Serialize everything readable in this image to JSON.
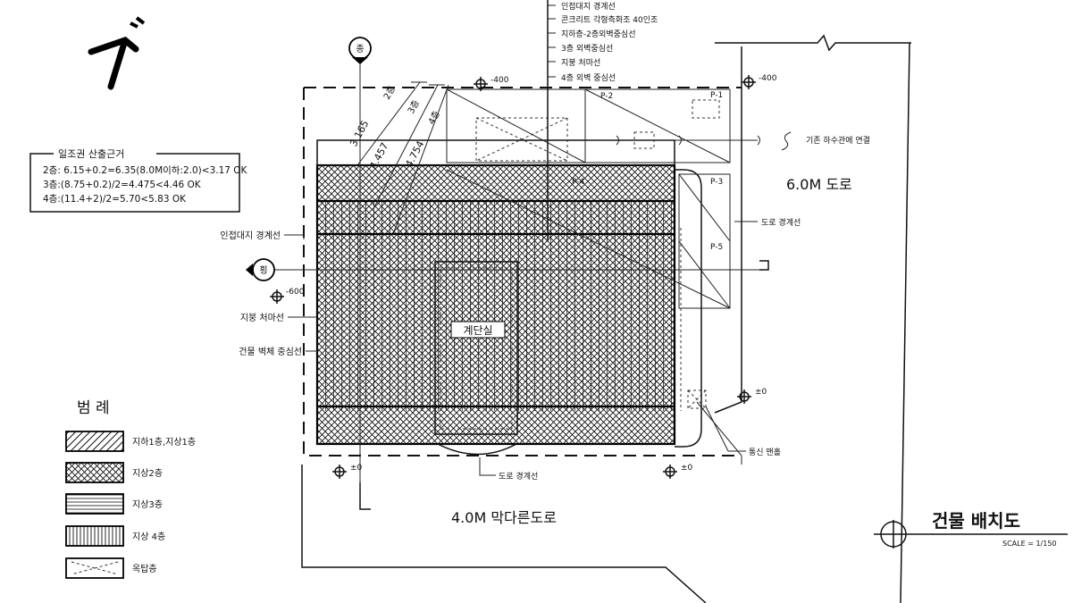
{
  "drawing": {
    "title": "건물 배치도",
    "scale": "SCALE = 1/150"
  },
  "roads": {
    "east": "6.0M 도로",
    "south": "4.0M 막다른도로"
  },
  "sunlight": {
    "title": "일조권 산출근거",
    "lines": [
      "2층: 6.15+0.2=6.35(8.0M이하:2.0)<3.17 OK",
      "3층:(8.75+0.2)/2=4.475<4.46 OK",
      "4층:(11.4+2)/2=5.70<5.83 OK"
    ]
  },
  "legend": {
    "title": "범 례",
    "items": [
      {
        "label": "지하1층,지상1층",
        "pattern": "diag-single"
      },
      {
        "label": "지상2층",
        "pattern": "cross"
      },
      {
        "label": "지상3층",
        "pattern": "horizontal"
      },
      {
        "label": "지상 4층",
        "pattern": "vertical"
      },
      {
        "label": "옥탑층",
        "pattern": "x-box"
      }
    ]
  },
  "top_callouts": [
    "인접대지 경계선",
    "콘크리트 각형측화조 40인조",
    "지하층-2층외벽중심선",
    "3층 외벽중심선",
    "지붕 처마선",
    "4층 외벽 중심선"
  ],
  "left_callouts": {
    "adjacent_boundary": "인접대지 경계선",
    "eaves": "지붕 처마선",
    "wall_center": "건물 벽체 중심선"
  },
  "right_callouts": {
    "sewer": "기존 하수관에 연결",
    "road_boundary": "도로 경계선",
    "manhole": "통신 맨홀"
  },
  "bottom_callout": "도로 경계선",
  "levels": {
    "top_left": "-400",
    "top_right": "-400",
    "left": "-600",
    "right": "±0",
    "bottom_left": "±0",
    "bottom_right": "±0"
  },
  "section_marks": {
    "top": "종",
    "left": "횡"
  },
  "pits": [
    "P-1",
    "P-2",
    "P-3",
    "P-4",
    "P-5"
  ],
  "setbacks": [
    "3.165",
    "2층",
    "4.457",
    "3층",
    "4.754",
    "4층"
  ],
  "core_label": "계단실",
  "colors": {
    "ink": "#111111",
    "paper": "#ffffff"
  }
}
